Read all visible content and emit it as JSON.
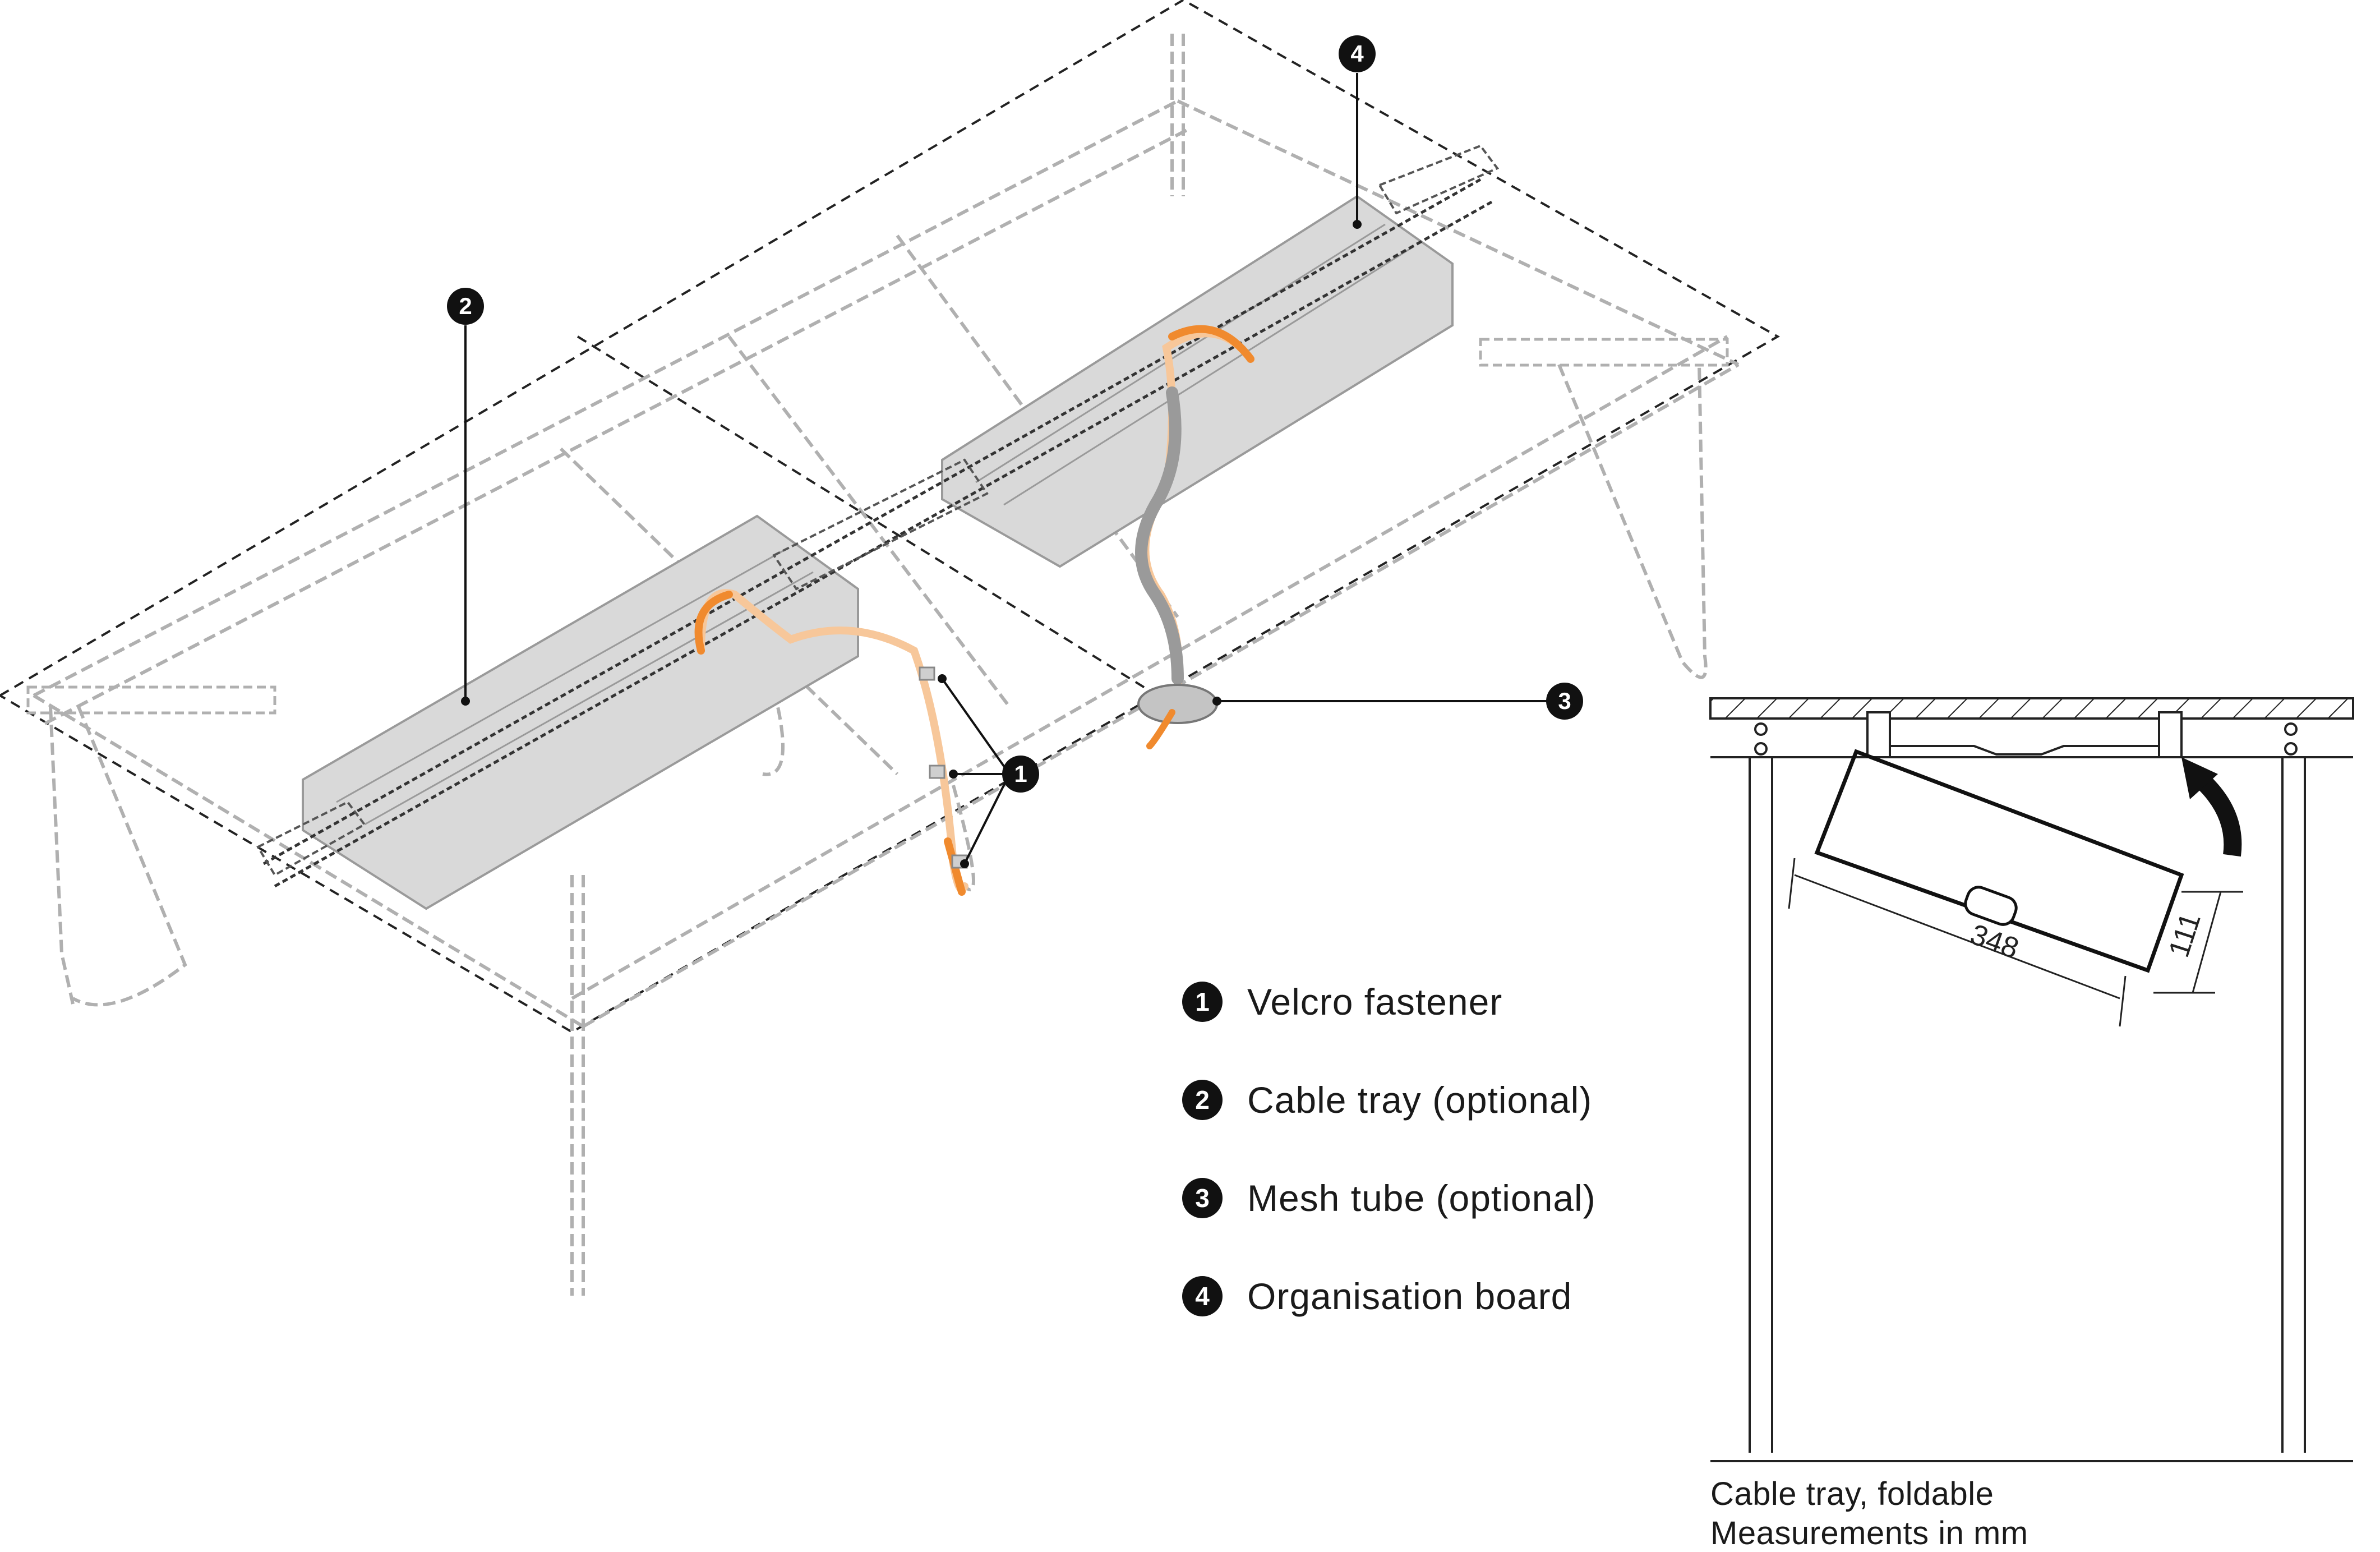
{
  "legend": {
    "items": [
      {
        "num": "1",
        "label": "Velcro fastener"
      },
      {
        "num": "2",
        "label": "Cable tray (optional)"
      },
      {
        "num": "3",
        "label": "Mesh tube (optional)"
      },
      {
        "num": "4",
        "label": "Organisation board"
      }
    ]
  },
  "callouts": {
    "c1": "1",
    "c2": "2",
    "c3": "3",
    "c4": "4"
  },
  "detail": {
    "dim_length": "348",
    "dim_height": "111",
    "caption_line1": "Cable tray, foldable",
    "caption_line2": "Measurements in mm"
  },
  "colors": {
    "cable_orange": "#f08a2e",
    "cable_light": "#f7c79a",
    "frame_gray": "#b5b5b5",
    "tray_fill": "#d4d4d4"
  }
}
